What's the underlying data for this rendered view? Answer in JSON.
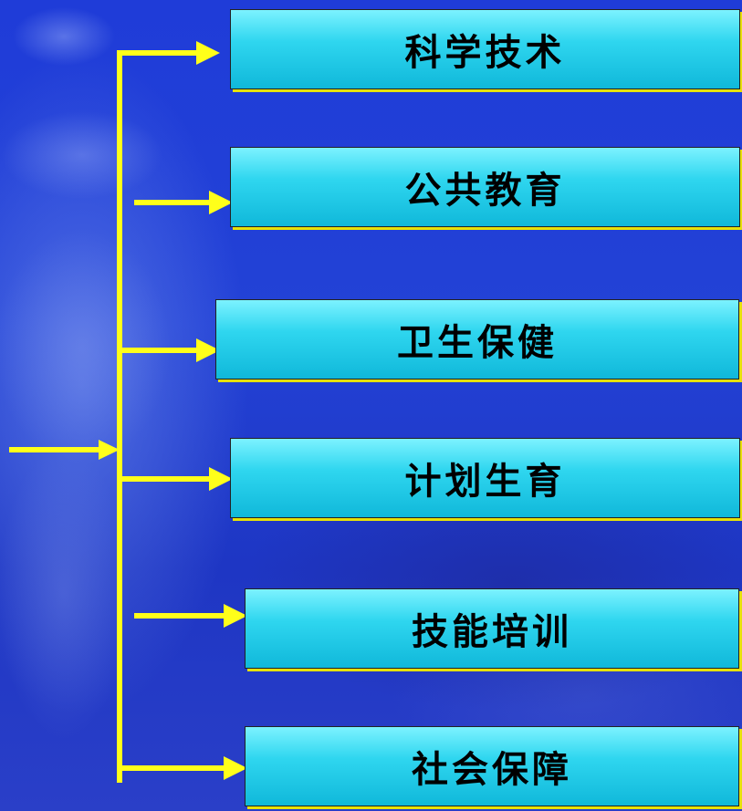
{
  "nodes": [
    {
      "label": "科学技术"
    },
    {
      "label": "公共教育"
    },
    {
      "label": "卫生保健"
    },
    {
      "label": "计划生育"
    },
    {
      "label": "技能培训"
    },
    {
      "label": "社会保障"
    }
  ],
  "colors": {
    "connector": "#ffff1a",
    "box_fill": "#22cce8",
    "box_shadow": "#e6e10a",
    "background": "#2340d4"
  }
}
